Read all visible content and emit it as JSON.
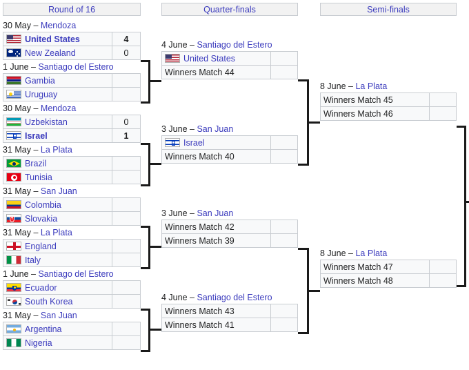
{
  "headers": {
    "r16": "Round of 16",
    "qf": "Quarter-finals",
    "sf": "Semi-finals"
  },
  "colors": {
    "link": "#3b3bbd",
    "border": "#c8ccd1",
    "cell_bg": "#f8f9fa",
    "header_bg": "#f2f2f2",
    "connector": "#1a1a1a"
  },
  "round_of_16": [
    {
      "date": "30 May",
      "dash": "–",
      "venue": "Mendoza",
      "top": {
        "team": "United States",
        "flag": "us",
        "score": "4",
        "winner": true
      },
      "bottom": {
        "team": "New Zealand",
        "flag": "nz",
        "score": "0",
        "winner": false
      }
    },
    {
      "date": "1 June",
      "dash": "–",
      "venue": "Santiago del Estero",
      "top": {
        "team": "Gambia",
        "flag": "gm",
        "score": "",
        "winner": false
      },
      "bottom": {
        "team": "Uruguay",
        "flag": "uy",
        "score": "",
        "winner": false
      }
    },
    {
      "date": "30 May",
      "dash": "–",
      "venue": "Mendoza",
      "top": {
        "team": "Uzbekistan",
        "flag": "uz",
        "score": "0",
        "winner": false
      },
      "bottom": {
        "team": "Israel",
        "flag": "il",
        "score": "1",
        "winner": true
      }
    },
    {
      "date": "31 May",
      "dash": "–",
      "venue": "La Plata",
      "top": {
        "team": "Brazil",
        "flag": "br",
        "score": "",
        "winner": false
      },
      "bottom": {
        "team": "Tunisia",
        "flag": "tn",
        "score": "",
        "winner": false
      }
    },
    {
      "date": "31 May",
      "dash": "–",
      "venue": "San Juan",
      "top": {
        "team": "Colombia",
        "flag": "co",
        "score": "",
        "winner": false
      },
      "bottom": {
        "team": "Slovakia",
        "flag": "sk",
        "score": "",
        "winner": false
      }
    },
    {
      "date": "31 May",
      "dash": "–",
      "venue": "La Plata",
      "top": {
        "team": "England",
        "flag": "en",
        "score": "",
        "winner": false
      },
      "bottom": {
        "team": "Italy",
        "flag": "it",
        "score": "",
        "winner": false
      }
    },
    {
      "date": "1 June",
      "dash": "–",
      "venue": "Santiago del Estero",
      "top": {
        "team": "Ecuador",
        "flag": "ec",
        "score": "",
        "winner": false
      },
      "bottom": {
        "team": "South Korea",
        "flag": "kr",
        "score": "",
        "winner": false
      }
    },
    {
      "date": "31 May",
      "dash": "–",
      "venue": "San Juan",
      "top": {
        "team": "Argentina",
        "flag": "ar",
        "score": "",
        "winner": false
      },
      "bottom": {
        "team": "Nigeria",
        "flag": "ng",
        "score": "",
        "winner": false
      }
    }
  ],
  "quarter_finals": [
    {
      "date": "4 June",
      "dash": "–",
      "venue": "Santiago del Estero",
      "top": {
        "team": "United States",
        "flag": "us",
        "score": "",
        "winner": false
      },
      "bottom": {
        "team": "Winners Match 44",
        "flag": null,
        "score": "",
        "winner": false
      }
    },
    {
      "date": "3 June",
      "dash": "–",
      "venue": "San Juan",
      "top": {
        "team": "Israel",
        "flag": "il",
        "score": "",
        "winner": false
      },
      "bottom": {
        "team": "Winners Match 40",
        "flag": null,
        "score": "",
        "winner": false
      }
    },
    {
      "date": "3 June",
      "dash": "–",
      "venue": "San Juan",
      "top": {
        "team": "Winners Match 42",
        "flag": null,
        "score": "",
        "winner": false
      },
      "bottom": {
        "team": "Winners Match 39",
        "flag": null,
        "score": "",
        "winner": false
      }
    },
    {
      "date": "4 June",
      "dash": "–",
      "venue": "Santiago del Estero",
      "top": {
        "team": "Winners Match 43",
        "flag": null,
        "score": "",
        "winner": false
      },
      "bottom": {
        "team": "Winners Match 41",
        "flag": null,
        "score": "",
        "winner": false
      }
    }
  ],
  "semi_finals": [
    {
      "date": "8 June",
      "dash": "–",
      "venue": "La Plata",
      "top": {
        "team": "Winners Match 45",
        "flag": null,
        "score": "",
        "winner": false
      },
      "bottom": {
        "team": "Winners Match 46",
        "flag": null,
        "score": "",
        "winner": false
      }
    },
    {
      "date": "8 June",
      "dash": "–",
      "venue": "La Plata",
      "top": {
        "team": "Winners Match 47",
        "flag": null,
        "score": "",
        "winner": false
      },
      "bottom": {
        "team": "Winners Match 48",
        "flag": null,
        "score": "",
        "winner": false
      }
    }
  ]
}
